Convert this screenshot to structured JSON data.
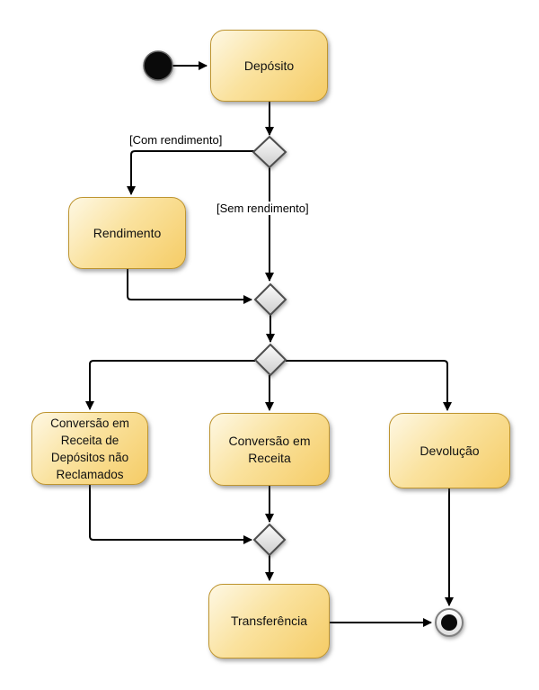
{
  "diagram": {
    "kind": "uml-activity-diagram",
    "background": "#ffffff",
    "nodes": [
      {
        "id": "initial",
        "type": "initial",
        "label": ""
      },
      {
        "id": "deposito",
        "type": "activity",
        "label": "Depósito"
      },
      {
        "id": "decision-rendimento",
        "type": "decision",
        "label": ""
      },
      {
        "id": "rendimento",
        "type": "activity",
        "label": "Rendimento"
      },
      {
        "id": "merge-rendimento",
        "type": "merge",
        "label": ""
      },
      {
        "id": "decision-destino",
        "type": "decision",
        "label": ""
      },
      {
        "id": "conversao-nao-reclamados",
        "type": "activity",
        "label": "Conversão em Receita de Depósitos não Reclamados"
      },
      {
        "id": "conversao-receita",
        "type": "activity",
        "label": "Conversão em Receita"
      },
      {
        "id": "devolucao",
        "type": "activity",
        "label": "Devolução"
      },
      {
        "id": "merge-conversao",
        "type": "merge",
        "label": ""
      },
      {
        "id": "transferencia",
        "type": "activity",
        "label": "Transferência"
      },
      {
        "id": "final",
        "type": "final",
        "label": ""
      }
    ],
    "guards": {
      "com_rendimento": "[Com rendimento]",
      "sem_rendimento": "[Sem rendimento]"
    },
    "colors": {
      "activity_fill_top": "#FEF8E4",
      "activity_fill_bottom": "#F5CC66",
      "activity_border": "#BE9530",
      "decision_fill_top": "#FCFCFC",
      "decision_fill_bottom": "#CCCCCC",
      "decision_border": "#4D4D4D",
      "edge": "#000000",
      "initial_node_fill": "#0A0A0A",
      "final_node_ring": "#808080",
      "final_node_dot": "#0B0B0B",
      "text": "#000000"
    }
  }
}
